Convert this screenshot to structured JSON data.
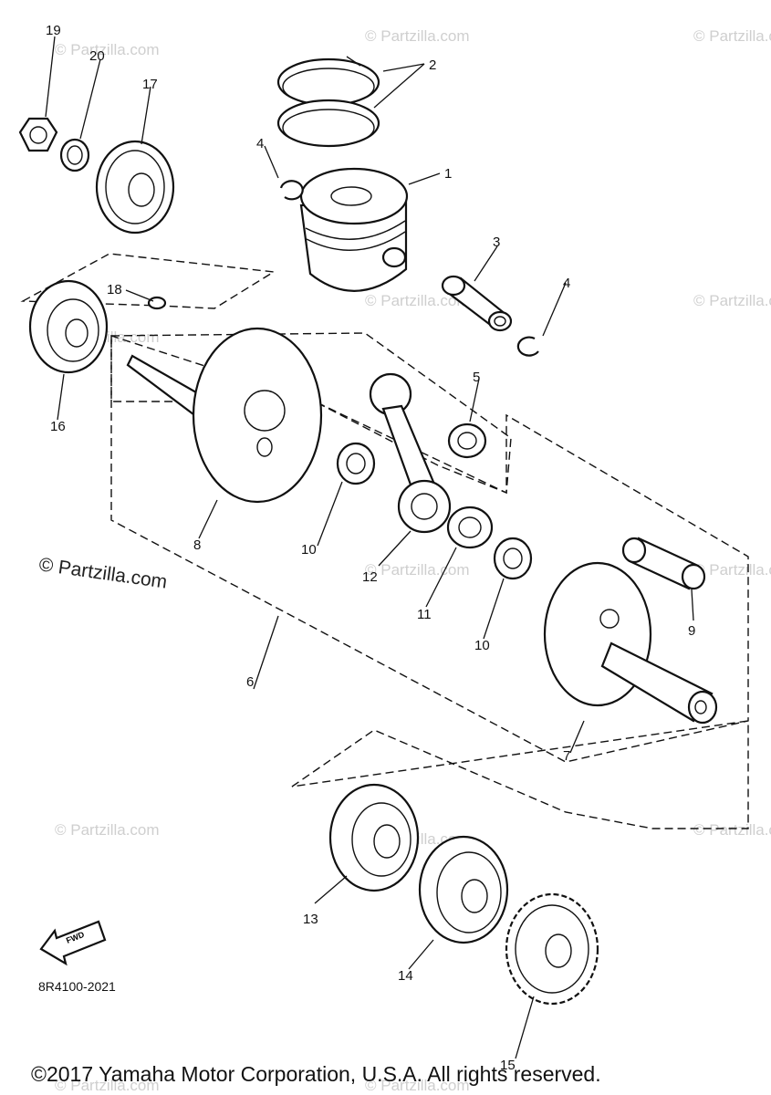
{
  "diagram_code": "8R4100-2021",
  "copyright": "©2017 Yamaha Motor Corporation, U.S.A. All rights reserved.",
  "watermark": "© Partzilla.com",
  "fwd_label": "FWD",
  "callouts": {
    "c1": "1",
    "c2": "2",
    "c3": "3",
    "c4a": "4",
    "c4b": "4",
    "c5": "5",
    "c6": "6",
    "c7": "7",
    "c8": "8",
    "c9": "9",
    "c10a": "10",
    "c10b": "10",
    "c11": "11",
    "c12": "12",
    "c13": "13",
    "c14": "14",
    "c15": "15",
    "c16": "16",
    "c17": "17",
    "c18": "18",
    "c19": "19",
    "c20": "20"
  }
}
